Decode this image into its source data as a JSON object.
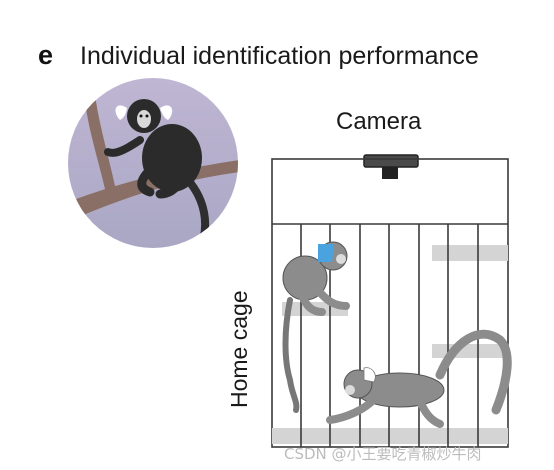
{
  "panel": {
    "letter": "e",
    "title": "Individual identification performance"
  },
  "labels": {
    "camera": "Camera",
    "home_cage": "Home cage"
  },
  "watermark": {
    "text": "CSDN @小王要吃青椒炒牛肉"
  },
  "colors": {
    "circle_bg": "#b8b3cf",
    "branch": "#8a6f66",
    "monkey_dark": "#2b2b2b",
    "monkey_grey": "#8c8c8c",
    "cage_line": "#3a3a3a",
    "shelf": "#d4d4d4",
    "collar_blue": "#4aa3df"
  },
  "icons": [
    "marmoset-portrait-icon",
    "camera-icon",
    "home-cage-icon"
  ]
}
